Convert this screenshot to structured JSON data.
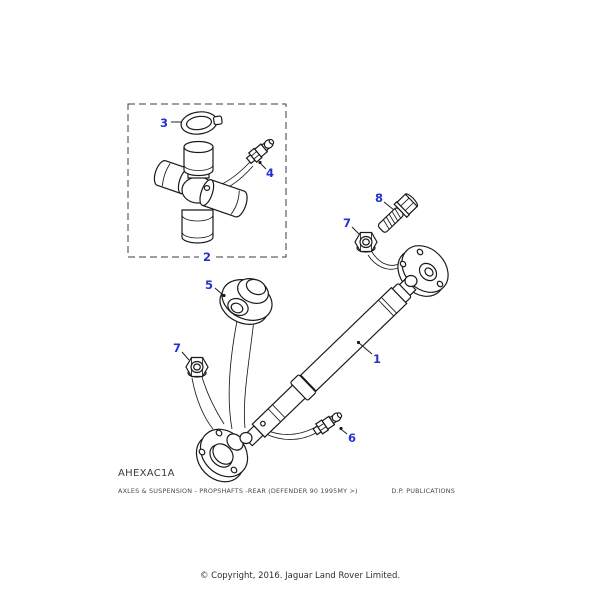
{
  "diagram": {
    "code": "AHEXAC1A",
    "callouts": {
      "c1": "1",
      "c2": "2",
      "c3": "3",
      "c4": "4",
      "c5": "5",
      "c6": "6",
      "c7": "7",
      "c8": "8"
    },
    "colors": {
      "callout_blue": "#2333cc",
      "line": "#1a1a1a",
      "background": "#ffffff"
    }
  },
  "footer": {
    "left": "AXLES & SUSPENSION -  PROPSHAFTS -REAR (DEFENDER 90 1995MY >)",
    "right": "D.P. PUBLICATIONS",
    "copyright": "© Copyright, 2016. Jaguar Land Rover Limited."
  }
}
